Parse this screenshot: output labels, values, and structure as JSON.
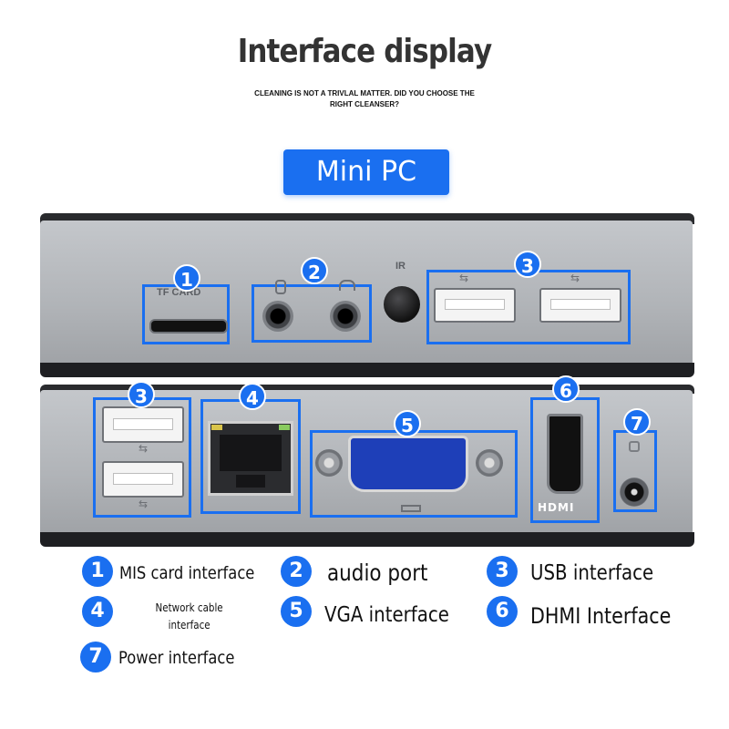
{
  "header": {
    "title": "Interface display",
    "subtitle": "CLEANING IS NOT A TRIVLAL MATTER. DID YOU CHOOSE THE RIGHT CLEANSER?",
    "tag": "Mini PC"
  },
  "device_labels": {
    "tf_card": "TF CARD",
    "ir": "IR",
    "hdmi": "HDMI"
  },
  "badges": [
    "1",
    "2",
    "3",
    "3",
    "4",
    "5",
    "6",
    "7"
  ],
  "legend": [
    {
      "num": "1",
      "text": "MIS card interface"
    },
    {
      "num": "2",
      "text": "audio port"
    },
    {
      "num": "3",
      "text": "USB interface"
    },
    {
      "num": "4",
      "text": "Network cable interface"
    },
    {
      "num": "5",
      "text": "VGA interface"
    },
    {
      "num": "6",
      "text": "DHMI Interface"
    },
    {
      "num": "7",
      "text": "Power interface"
    }
  ],
  "colors": {
    "accent": "#1a6ff0",
    "chassis": "#b8bbbf"
  }
}
